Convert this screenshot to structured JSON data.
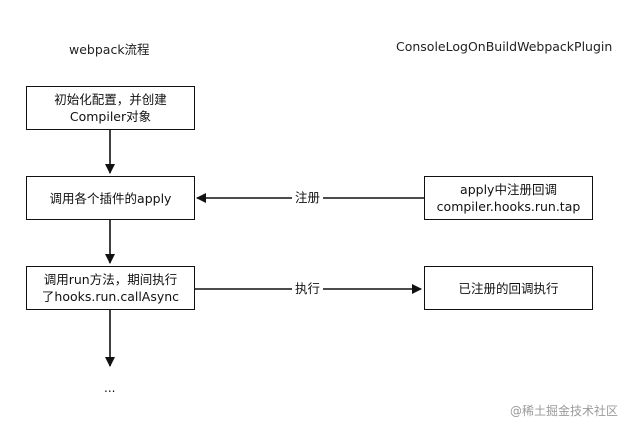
{
  "titles": {
    "left": "webpack流程",
    "right": "ConsoleLogOnBuildWebpackPlugin"
  },
  "nodes": {
    "init": [
      "初始化配置，并创建",
      "Compiler对象"
    ],
    "apply": [
      "调用各个插件的apply"
    ],
    "run": [
      "调用run方法，期间执行",
      "了hooks.run.callAsync"
    ],
    "plugin_apply": [
      "apply中注册回调",
      "compiler.hooks.run.tap"
    ],
    "plugin_exec": [
      "已注册的回调执行"
    ]
  },
  "edges": {
    "register": "注册",
    "execute": "执行"
  },
  "continuation": "...",
  "watermark": "@稀土掘金技术社区"
}
